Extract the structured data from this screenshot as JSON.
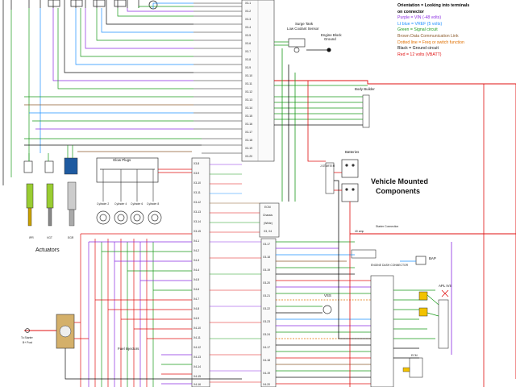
{
  "legend": {
    "heading_line1": "Orientation = Looking into terminals",
    "heading_line2": "on connector",
    "items": [
      {
        "text": "Purple = VIN (-48 volts)",
        "color": "#8a2be2"
      },
      {
        "text": "Lt blue = VREF (5 volts)",
        "color": "#1e90ff"
      },
      {
        "text": "Green = Signal circuit",
        "color": "#1a9a1a"
      },
      {
        "text": "Brown Data Communication Link",
        "color": "#8b5a2b"
      },
      {
        "text": "Dotted line = Freq or switch function",
        "color": "#e07000"
      },
      {
        "text": "Black = Ground circuit",
        "color": "#111111"
      },
      {
        "text": "Red = 12 volts (VBATT)",
        "color": "#e01010"
      }
    ]
  },
  "labels": {
    "surge_tank": "Surge Tank",
    "low_coolant_sensor": "Low Coolant Sensor",
    "engine_block": "Engine Block",
    "ground": "Ground",
    "body_builder": "Body Builder",
    "batteries": "Batteries",
    "jstarter": "J.STARTER",
    "vehicle_mounted_1": "Vehicle Mounted",
    "vehicle_mounted_2": "Components",
    "starter_connection": "Starter Connection",
    "amp_40": "40 amp",
    "glow_plugs": "Glow Plugs",
    "actuators": "Actuators",
    "ipr": "IPR",
    "vgt": "VGT",
    "egr": "EGR",
    "cyl2": "Cylinder 2",
    "cyl4": "Cylinder 4",
    "cyl6": "Cylinder 6",
    "cyl8": "Cylinder 8",
    "ecm_1": "ECM",
    "ecm_2": "Chassis",
    "ecm_3": "(White)",
    "ecm_4": "X3, X4",
    "fuel_injectors": "Fuel Injectors",
    "to_starter_1": "To Starter",
    "to_starter_2": "B+ Post",
    "vss": "VSS",
    "bap": "BAP",
    "apl_ivs": "APL IVS",
    "engine_dash_connector": "ENGINE DASH CONNECTOR",
    "ecm_ivs": "ECM"
  }
}
